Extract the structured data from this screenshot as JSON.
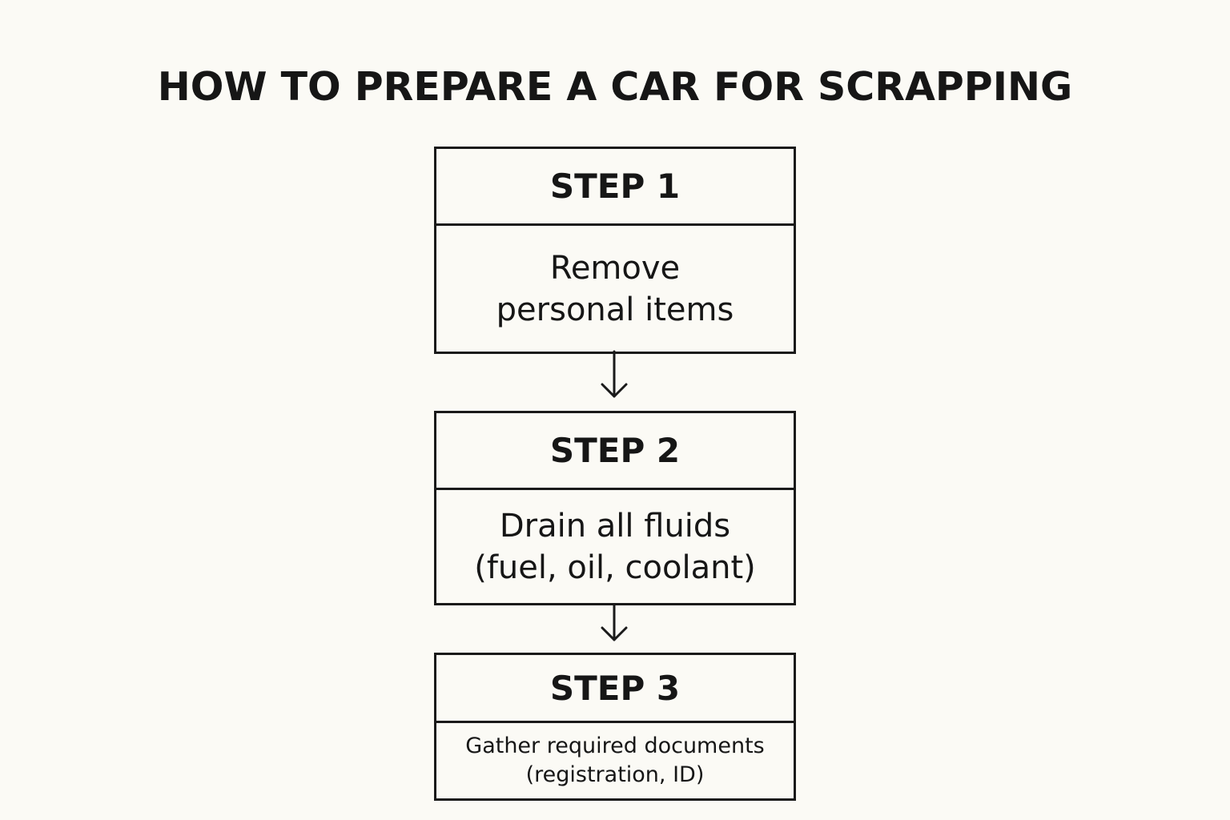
{
  "title": "HOW TO PREPARE A CAR FOR SCRAPPING",
  "steps": [
    {
      "label": "STEP 1",
      "lines": [
        "Remove",
        "personal items"
      ]
    },
    {
      "label": "STEP 2",
      "lines": [
        "Drain all fluids",
        "(fuel, oil, coolant)"
      ]
    },
    {
      "label": "STEP 3",
      "lines": [
        "Gather required documents",
        "(registration, ID)"
      ]
    }
  ],
  "colors": {
    "background": "#fbfaf5",
    "stroke": "#1a1a1a",
    "text": "#161616"
  }
}
